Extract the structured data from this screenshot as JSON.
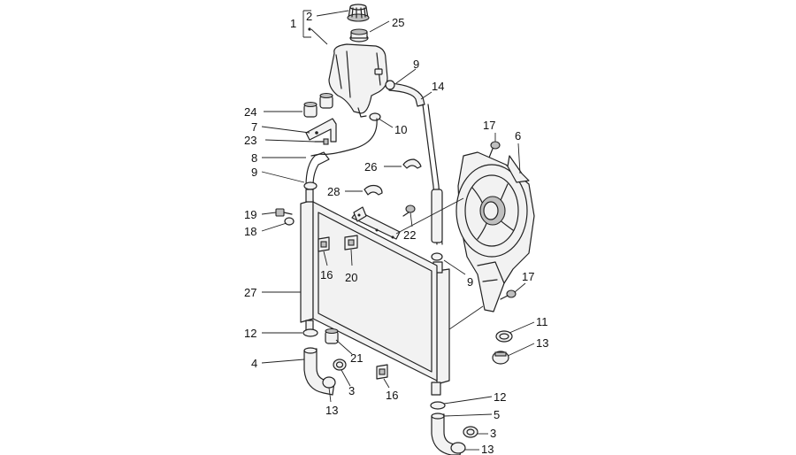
{
  "diagram": {
    "colors": {
      "line": "#222222",
      "fill": "#f2f2f2",
      "shade": "#bfbfbf"
    },
    "callouts": [
      {
        "id": "c1",
        "text": "1"
      },
      {
        "id": "c2",
        "text": "2"
      },
      {
        "id": "c25",
        "text": "25"
      },
      {
        "id": "c9a",
        "text": "9"
      },
      {
        "id": "c14",
        "text": "14"
      },
      {
        "id": "c24",
        "text": "24"
      },
      {
        "id": "c7",
        "text": "7"
      },
      {
        "id": "c23",
        "text": "23"
      },
      {
        "id": "c10",
        "text": "10"
      },
      {
        "id": "c17a",
        "text": "17"
      },
      {
        "id": "c6",
        "text": "6"
      },
      {
        "id": "c8",
        "text": "8"
      },
      {
        "id": "c26",
        "text": "26"
      },
      {
        "id": "c9b",
        "text": "9"
      },
      {
        "id": "c28",
        "text": "28"
      },
      {
        "id": "c19",
        "text": "19"
      },
      {
        "id": "c18",
        "text": "18"
      },
      {
        "id": "c22",
        "text": "22"
      },
      {
        "id": "c16a",
        "text": "16"
      },
      {
        "id": "c20",
        "text": "20"
      },
      {
        "id": "c9c",
        "text": "9"
      },
      {
        "id": "c17b",
        "text": "17"
      },
      {
        "id": "c27",
        "text": "27"
      },
      {
        "id": "c11",
        "text": "11"
      },
      {
        "id": "c12a",
        "text": "12"
      },
      {
        "id": "c13a",
        "text": "13"
      },
      {
        "id": "c4",
        "text": "4"
      },
      {
        "id": "c21",
        "text": "21"
      },
      {
        "id": "c3a",
        "text": "3"
      },
      {
        "id": "c16b",
        "text": "16"
      },
      {
        "id": "c13b",
        "text": "13"
      },
      {
        "id": "c12b",
        "text": "12"
      },
      {
        "id": "c5",
        "text": "5"
      },
      {
        "id": "c3b",
        "text": "3"
      },
      {
        "id": "c13c",
        "text": "13"
      }
    ]
  }
}
